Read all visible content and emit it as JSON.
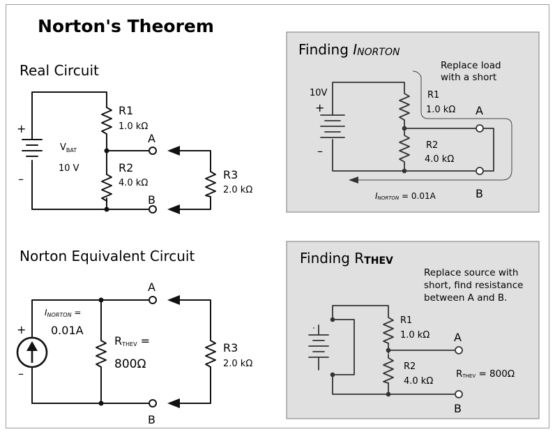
{
  "title": "Norton's Theorem",
  "real_circuit": {
    "heading": "Real Circuit",
    "battery_plus": "+",
    "battery_minus": "–",
    "vbat_v": "V",
    "vbat_sub": "BAT",
    "vbat_value": "10 V",
    "r1_name": "R1",
    "r1_value": "1.0 kΩ",
    "r2_name": "R2",
    "r2_value": "4.0 kΩ",
    "r3_name": "R3",
    "r3_value": "2.0 kΩ",
    "terminal_a": "A",
    "terminal_b": "B"
  },
  "finding_inorton": {
    "heading_main": "Finding ",
    "heading_italic": "I",
    "heading_sub": "NORTON",
    "note_line1": "Replace load",
    "note_line2": "with a short",
    "source_value": "10V",
    "plus": "+",
    "minus": "–",
    "r1_name": "R1",
    "r1_value": "1.0 kΩ",
    "r2_name": "R2",
    "r2_value": "4.0 kΩ",
    "terminal_a": "A",
    "terminal_b": "B",
    "current_i": "I",
    "current_sub": "NORTON",
    "current_value": " = 0.01A"
  },
  "norton_equivalent": {
    "heading": "Norton Equivalent Circuit",
    "inorton_i": "I",
    "inorton_sub": "NORTON",
    "inorton_eq": " =",
    "inorton_value": "0.01A",
    "plus": "+",
    "minus": "–",
    "rthev_r": "R",
    "rthev_sub": "THEV",
    "rthev_eq": " =",
    "rthev_value": "800Ω",
    "r3_name": "R3",
    "r3_value": "2.0 kΩ",
    "terminal_a": "A",
    "terminal_b": "B"
  },
  "finding_rthev": {
    "heading_main": "Finding R",
    "heading_sub": "THEV",
    "note_line1": "Replace source with",
    "note_line2": "short, find resistance",
    "note_line3": "between A and B.",
    "r1_name": "R1",
    "r1_value": "1.0 kΩ",
    "r2_name": "R2",
    "r2_value": "4.0 kΩ",
    "terminal_a": "A",
    "terminal_b": "B",
    "rthev_r": "R",
    "rthev_sub": "THEV",
    "rthev_value": " = 800Ω"
  }
}
